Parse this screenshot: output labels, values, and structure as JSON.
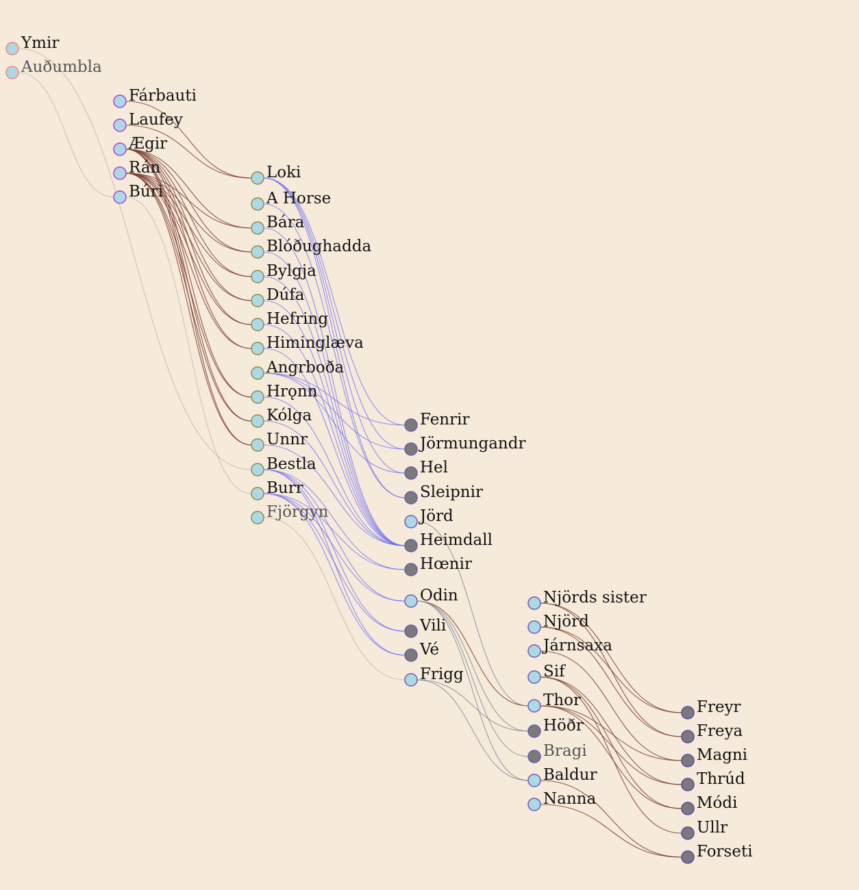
{
  "colors": {
    "background": "#f6ebdb",
    "link_brown": "#7a3b2e",
    "link_blue": "#6f6cf0",
    "link_gray": "#7f8794",
    "link_light": "#c9a99a",
    "node_light_fill": "#add8e6",
    "node_dark_fill": "#7a7a7a",
    "gen0_stroke": "#e8877e",
    "gen1_stroke": "#b83ad6",
    "gen2_stroke": "#8b8b4a",
    "gen3_stroke": "#6b5bb0",
    "gen4_stroke": "#6b5bb0",
    "gen5_stroke": "#5b3fb0"
  },
  "generations": [
    {
      "nodes": [
        {
          "id": "ymir",
          "label": "Ymir",
          "fill": "light"
        },
        {
          "id": "audumbla",
          "label": "Auðumbla",
          "fill": "light",
          "muted": true
        }
      ]
    },
    {
      "nodes": [
        {
          "id": "farbauti",
          "label": "Fárbauti",
          "fill": "light"
        },
        {
          "id": "laufey",
          "label": "Laufey",
          "fill": "light"
        },
        {
          "id": "aegir",
          "label": "Ægir",
          "fill": "light"
        },
        {
          "id": "ran",
          "label": "Rán",
          "fill": "light"
        },
        {
          "id": "buri",
          "label": "Búri",
          "fill": "light"
        }
      ]
    },
    {
      "nodes": [
        {
          "id": "loki",
          "label": "Loki",
          "fill": "light"
        },
        {
          "id": "horse",
          "label": "A Horse",
          "fill": "light"
        },
        {
          "id": "bara",
          "label": "Bára",
          "fill": "light"
        },
        {
          "id": "blodughadda",
          "label": "Blóðughadda",
          "fill": "light"
        },
        {
          "id": "bylgja",
          "label": "Bylgja",
          "fill": "light"
        },
        {
          "id": "dufa",
          "label": "Dúfa",
          "fill": "light"
        },
        {
          "id": "hefring",
          "label": "Hefring",
          "fill": "light"
        },
        {
          "id": "himinglaeva",
          "label": "Himinglæva",
          "fill": "light"
        },
        {
          "id": "angrboda",
          "label": "Angrboða",
          "fill": "light"
        },
        {
          "id": "hronn",
          "label": "Hrǫnn",
          "fill": "light"
        },
        {
          "id": "kolga",
          "label": "Kólga",
          "fill": "light"
        },
        {
          "id": "unnr",
          "label": "Unnr",
          "fill": "light"
        },
        {
          "id": "bestla",
          "label": "Bestla",
          "fill": "light"
        },
        {
          "id": "burr",
          "label": "Burr",
          "fill": "light"
        },
        {
          "id": "fjorgyn",
          "label": "Fjörgyn",
          "fill": "light",
          "muted": true
        }
      ]
    },
    {
      "nodes": [
        {
          "id": "fenrir",
          "label": "Fenrir",
          "fill": "dark"
        },
        {
          "id": "jormungandr",
          "label": "Jörmungandr",
          "fill": "dark"
        },
        {
          "id": "hel",
          "label": "Hel",
          "fill": "dark"
        },
        {
          "id": "sleipnir",
          "label": "Sleipnir",
          "fill": "dark"
        },
        {
          "id": "jord",
          "label": "Jörd",
          "fill": "light"
        },
        {
          "id": "heimdall",
          "label": "Heimdall",
          "fill": "dark"
        },
        {
          "id": "hoenir",
          "label": "Hœnir",
          "fill": "dark"
        },
        {
          "id": "odin",
          "label": "Odin",
          "fill": "light"
        },
        {
          "id": "vili",
          "label": "Vili",
          "fill": "dark"
        },
        {
          "id": "ve",
          "label": "Vé",
          "fill": "dark"
        },
        {
          "id": "frigg",
          "label": "Frigg",
          "fill": "light"
        }
      ]
    },
    {
      "nodes": [
        {
          "id": "njords_sister",
          "label": "Njörds sister",
          "fill": "light"
        },
        {
          "id": "njord",
          "label": "Njörd",
          "fill": "light"
        },
        {
          "id": "jarnsaxa",
          "label": "Járnsaxa",
          "fill": "light"
        },
        {
          "id": "sif",
          "label": "Sif",
          "fill": "light"
        },
        {
          "id": "thor",
          "label": "Thor",
          "fill": "light"
        },
        {
          "id": "hodr",
          "label": "Höðr",
          "fill": "dark"
        },
        {
          "id": "bragi",
          "label": "Bragi",
          "fill": "dark",
          "muted": true
        },
        {
          "id": "baldur",
          "label": "Baldur",
          "fill": "light"
        },
        {
          "id": "nanna",
          "label": "Nanna",
          "fill": "light"
        }
      ]
    },
    {
      "nodes": [
        {
          "id": "freyr",
          "label": "Freyr",
          "fill": "dark"
        },
        {
          "id": "freya",
          "label": "Freya",
          "fill": "dark"
        },
        {
          "id": "magni",
          "label": "Magni",
          "fill": "dark"
        },
        {
          "id": "thrud",
          "label": "Thrúd",
          "fill": "dark"
        },
        {
          "id": "modi",
          "label": "Módi",
          "fill": "dark"
        },
        {
          "id": "ullr",
          "label": "Ullr",
          "fill": "dark"
        },
        {
          "id": "forseti",
          "label": "Forseti",
          "fill": "dark"
        }
      ]
    }
  ],
  "links": [
    {
      "from": "audumbla",
      "to": "buri",
      "tone": "light"
    },
    {
      "from": "ymir",
      "to": "bestla",
      "tone": "light"
    },
    {
      "from": "farbauti",
      "to": "loki",
      "tone": "brown"
    },
    {
      "from": "laufey",
      "to": "loki",
      "tone": "brown"
    },
    {
      "from": "aegir",
      "to": "bara",
      "tone": "brown"
    },
    {
      "from": "aegir",
      "to": "blodughadda",
      "tone": "brown"
    },
    {
      "from": "aegir",
      "to": "bylgja",
      "tone": "brown"
    },
    {
      "from": "aegir",
      "to": "dufa",
      "tone": "brown"
    },
    {
      "from": "aegir",
      "to": "hefring",
      "tone": "brown"
    },
    {
      "from": "aegir",
      "to": "himinglaeva",
      "tone": "brown"
    },
    {
      "from": "aegir",
      "to": "hronn",
      "tone": "brown"
    },
    {
      "from": "aegir",
      "to": "kolga",
      "tone": "brown"
    },
    {
      "from": "aegir",
      "to": "unnr",
      "tone": "brown"
    },
    {
      "from": "ran",
      "to": "bara",
      "tone": "brown"
    },
    {
      "from": "ran",
      "to": "blodughadda",
      "tone": "brown"
    },
    {
      "from": "ran",
      "to": "bylgja",
      "tone": "brown"
    },
    {
      "from": "ran",
      "to": "dufa",
      "tone": "brown"
    },
    {
      "from": "ran",
      "to": "hefring",
      "tone": "brown"
    },
    {
      "from": "ran",
      "to": "himinglaeva",
      "tone": "brown"
    },
    {
      "from": "ran",
      "to": "hronn",
      "tone": "brown"
    },
    {
      "from": "ran",
      "to": "kolga",
      "tone": "brown"
    },
    {
      "from": "ran",
      "to": "unnr",
      "tone": "brown"
    },
    {
      "from": "buri",
      "to": "burr",
      "tone": "light"
    },
    {
      "from": "loki",
      "to": "fenrir",
      "tone": "blue"
    },
    {
      "from": "loki",
      "to": "jormungandr",
      "tone": "blue"
    },
    {
      "from": "loki",
      "to": "hel",
      "tone": "blue"
    },
    {
      "from": "loki",
      "to": "sleipnir",
      "tone": "blue"
    },
    {
      "from": "horse",
      "to": "sleipnir",
      "tone": "blue"
    },
    {
      "from": "angrboda",
      "to": "fenrir",
      "tone": "blue"
    },
    {
      "from": "angrboda",
      "to": "jormungandr",
      "tone": "blue"
    },
    {
      "from": "angrboda",
      "to": "hel",
      "tone": "blue"
    },
    {
      "from": "bara",
      "to": "heimdall",
      "tone": "blue"
    },
    {
      "from": "blodughadda",
      "to": "heimdall",
      "tone": "blue"
    },
    {
      "from": "bylgja",
      "to": "heimdall",
      "tone": "blue"
    },
    {
      "from": "dufa",
      "to": "heimdall",
      "tone": "blue"
    },
    {
      "from": "hefring",
      "to": "heimdall",
      "tone": "blue"
    },
    {
      "from": "himinglaeva",
      "to": "heimdall",
      "tone": "blue"
    },
    {
      "from": "hronn",
      "to": "heimdall",
      "tone": "blue"
    },
    {
      "from": "kolga",
      "to": "heimdall",
      "tone": "blue"
    },
    {
      "from": "unnr",
      "to": "heimdall",
      "tone": "blue"
    },
    {
      "from": "bestla",
      "to": "hoenir",
      "tone": "blue"
    },
    {
      "from": "bestla",
      "to": "odin",
      "tone": "blue"
    },
    {
      "from": "bestla",
      "to": "vili",
      "tone": "blue"
    },
    {
      "from": "bestla",
      "to": "ve",
      "tone": "blue"
    },
    {
      "from": "burr",
      "to": "hoenir",
      "tone": "blue"
    },
    {
      "from": "burr",
      "to": "odin",
      "tone": "blue"
    },
    {
      "from": "burr",
      "to": "vili",
      "tone": "blue"
    },
    {
      "from": "burr",
      "to": "ve",
      "tone": "blue"
    },
    {
      "from": "fjorgyn",
      "to": "frigg",
      "tone": "light"
    },
    {
      "from": "odin",
      "to": "thor",
      "tone": "brown"
    },
    {
      "from": "jord",
      "to": "thor",
      "tone": "gray"
    },
    {
      "from": "odin",
      "to": "hodr",
      "tone": "gray"
    },
    {
      "from": "frigg",
      "to": "hodr",
      "tone": "gray"
    },
    {
      "from": "odin",
      "to": "bragi",
      "tone": "gray"
    },
    {
      "from": "odin",
      "to": "baldur",
      "tone": "gray"
    },
    {
      "from": "frigg",
      "to": "baldur",
      "tone": "gray"
    },
    {
      "from": "njords_sister",
      "to": "freyr",
      "tone": "brown"
    },
    {
      "from": "njords_sister",
      "to": "freya",
      "tone": "brown"
    },
    {
      "from": "njord",
      "to": "freyr",
      "tone": "brown"
    },
    {
      "from": "njord",
      "to": "freya",
      "tone": "brown"
    },
    {
      "from": "thor",
      "to": "magni",
      "tone": "brown"
    },
    {
      "from": "jarnsaxa",
      "to": "magni",
      "tone": "brown"
    },
    {
      "from": "thor",
      "to": "thrud",
      "tone": "brown"
    },
    {
      "from": "sif",
      "to": "thrud",
      "tone": "brown"
    },
    {
      "from": "thor",
      "to": "modi",
      "tone": "brown"
    },
    {
      "from": "sif",
      "to": "modi",
      "tone": "brown"
    },
    {
      "from": "sif",
      "to": "ullr",
      "tone": "brown"
    },
    {
      "from": "baldur",
      "to": "forseti",
      "tone": "brown"
    },
    {
      "from": "nanna",
      "to": "forseti",
      "tone": "brown"
    }
  ]
}
